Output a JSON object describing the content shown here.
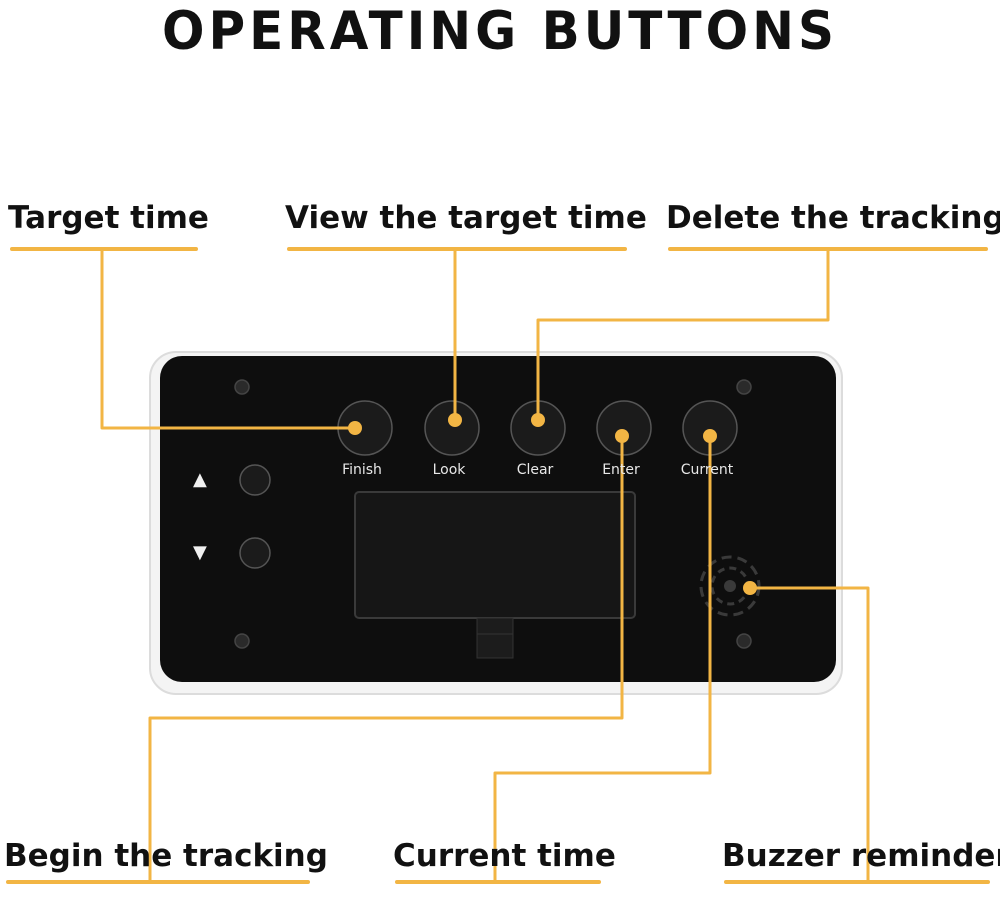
{
  "title": "OPERATING BUTTONS",
  "callouts": {
    "target_time": "Target time",
    "view_target_time": "View the target time",
    "delete_tracking": "Delete the tracking",
    "begin_tracking": "Begin the tracking",
    "current_time": "Current time",
    "buzzer_reminder": "Buzzer reminder"
  },
  "buttons": {
    "finish": "Finish",
    "look": "Look",
    "clear": "Clear",
    "enter": "Enter",
    "current": "Current"
  },
  "arrows": {
    "up": "▲",
    "down": "▼"
  },
  "colors": {
    "accent": "#f2b544",
    "device_body": "#0e0e0e",
    "device_frame": "#ffffff"
  }
}
